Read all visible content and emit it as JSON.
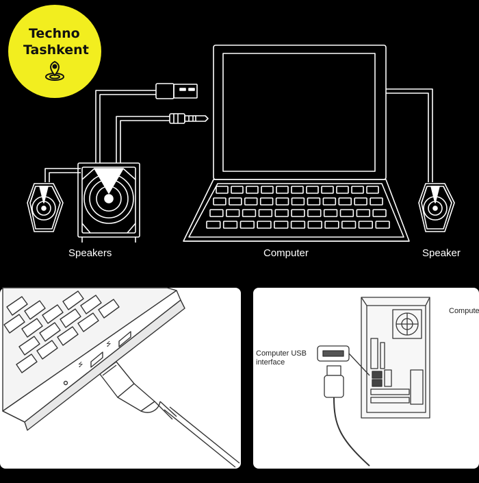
{
  "logo": {
    "line1": "Techno",
    "line2": "Tashkent",
    "badge_color": "#f2ee1f"
  },
  "labels": {
    "speakers": "Speakers",
    "computer": "Computer",
    "speaker": "Speaker"
  },
  "panel_right": {
    "computer_label": "Compute",
    "usb_label_line1": "Computer USB",
    "usb_label_line2": "interface"
  },
  "icons": {
    "logo_mark": "map-pin-icon"
  }
}
